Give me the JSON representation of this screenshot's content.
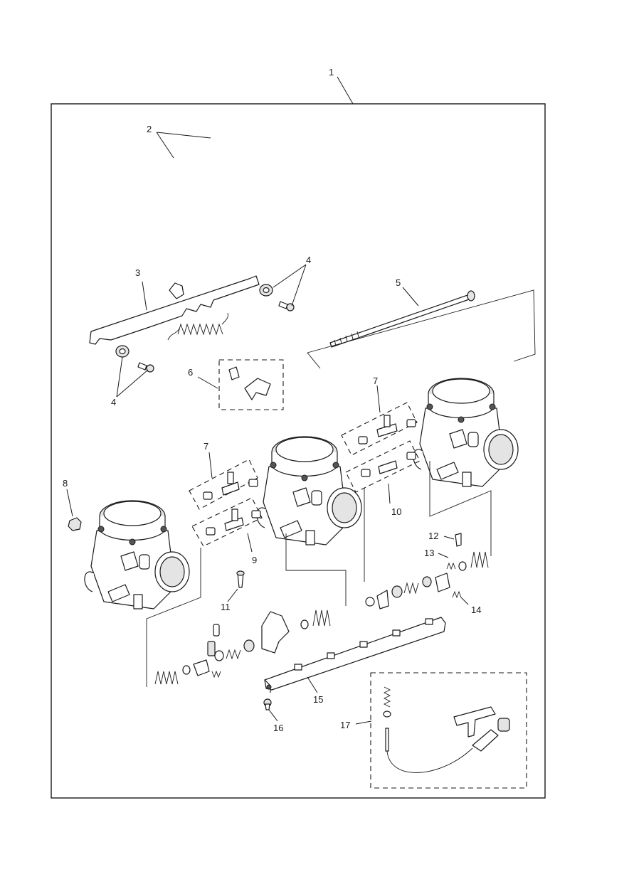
{
  "diagram": {
    "callouts": [
      {
        "id": "c1",
        "label": "1"
      },
      {
        "id": "c2",
        "label": "2"
      },
      {
        "id": "c3",
        "label": "3"
      },
      {
        "id": "c4a",
        "label": "4"
      },
      {
        "id": "c4b",
        "label": "4"
      },
      {
        "id": "c5",
        "label": "5"
      },
      {
        "id": "c6",
        "label": "6"
      },
      {
        "id": "c7a",
        "label": "7"
      },
      {
        "id": "c7b",
        "label": "7"
      },
      {
        "id": "c8",
        "label": "8"
      },
      {
        "id": "c9",
        "label": "9"
      },
      {
        "id": "c10",
        "label": "10"
      },
      {
        "id": "c11",
        "label": "11"
      },
      {
        "id": "c12",
        "label": "12"
      },
      {
        "id": "c13",
        "label": "13"
      },
      {
        "id": "c14",
        "label": "14"
      },
      {
        "id": "c15",
        "label": "15"
      },
      {
        "id": "c16",
        "label": "16"
      },
      {
        "id": "c17",
        "label": "17"
      }
    ]
  }
}
